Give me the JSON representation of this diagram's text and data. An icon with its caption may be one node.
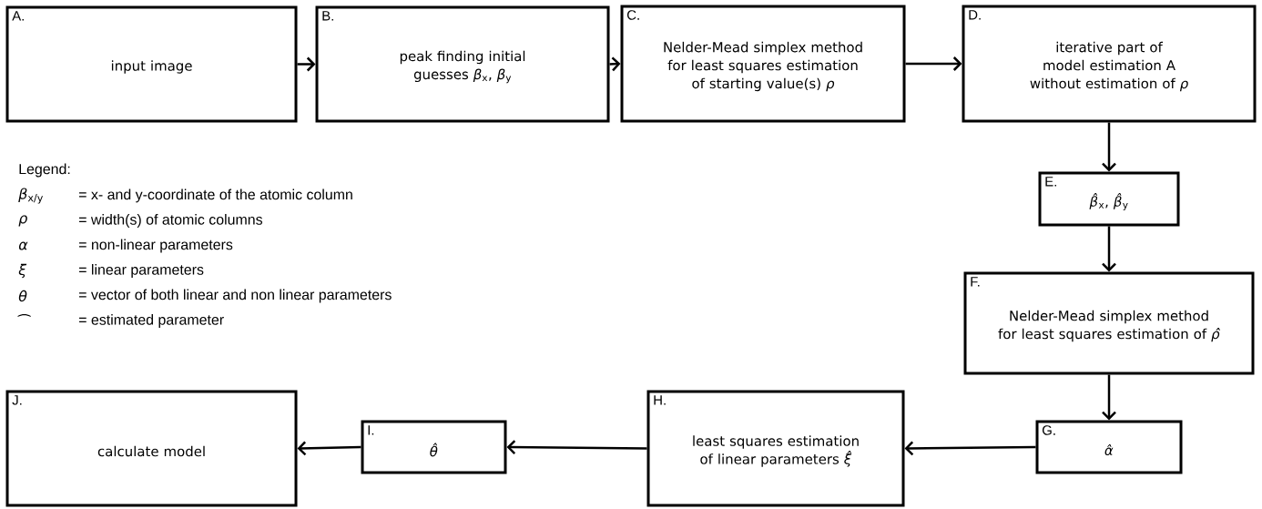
{
  "diagram": {
    "nodes": [
      {
        "text": [
          "A.",
          "input image"
        ]
      },
      {
        "text": [
          "B.",
          "peak finding initial guesses *β*$_{x}$, *β*$_{y}$"
        ]
      },
      {
        "text": [
          "C.",
          "Nelder-Mead simplex method for least squares estimation of starting value(s)  *ρ*"
        ]
      },
      {
        "text": [
          "D.",
          "iterative part of model estimation A without estimation of *ρ*"
        ]
      },
      {
        "text": [
          "E.",
          "*β̂*$_{x}$, *β̂*$_{y}$"
        ]
      },
      {
        "text": [
          "F.",
          "Nelder-Mead simplex method for least squares estimation of *ρ̂*"
        ]
      },
      {
        "text": [
          "G.",
          "*α̂*"
        ]
      },
      {
        "text": [
          "H.",
          "least squares estimation of linear parameters *ξ̂*"
        ]
      },
      {
        "text": [
          "I.",
          "*θ̂*"
        ]
      },
      {
        "text": [
          "J.",
          "calculate model"
        ]
      }
    ],
    "edges": [
      {
        "from": 0,
        "to": 1,
        "arrow": "to"
      },
      {
        "from": 1,
        "to": 2,
        "arrow": "to"
      },
      {
        "from": 2,
        "to": 3,
        "arrow": "to"
      },
      {
        "from": 3,
        "to": 4,
        "arrow": "to"
      },
      {
        "from": 4,
        "to": 5,
        "arrow": "to"
      },
      {
        "from": 5,
        "to": 6,
        "arrow": "to"
      },
      {
        "from": 6,
        "to": 7,
        "arrow": "to"
      },
      {
        "from": 7,
        "to": 8,
        "arrow": "to"
      },
      {
        "from": 8,
        "to": 9,
        "arrow": "to"
      }
    ],
    "labels": [
      "Legend:",
      "*β*$_{x/y}$",
      "= x- and y-coordinate of the atomic column",
      "*ρ*",
      "= width(s) of atomic columns",
      "*α*",
      "= non-linear parameters",
      "*ξ*",
      "= linear parameters",
      "*θ*",
      "= vector of both linear and non linear parameters",
      "⁀",
      "= estimated parameter"
    ]
  }
}
